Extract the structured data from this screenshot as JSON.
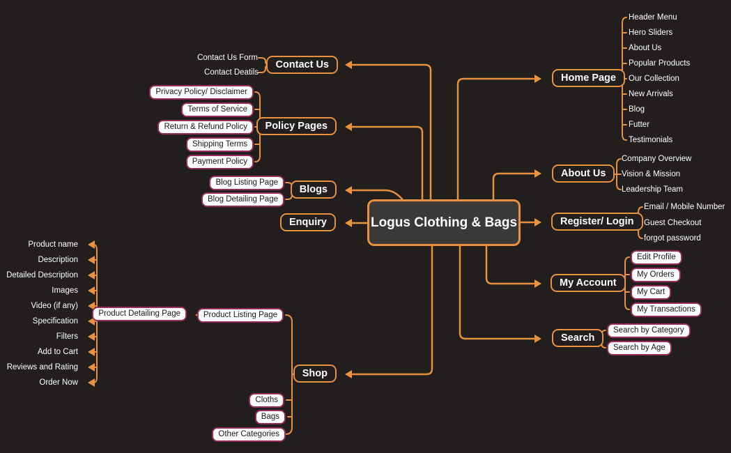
{
  "title": "Logus Clothing & Bags",
  "colors": {
    "accent": "#E8913E",
    "pink": "#972C5C",
    "bg": "#211E1D",
    "node_fill": "#3B3938",
    "box_fill": "#FFFFFF"
  },
  "branches": {
    "contact_us": {
      "label": "Contact Us",
      "children": [
        "Contact Us Form",
        "Contact Deatils"
      ]
    },
    "policy_pages": {
      "label": "Policy Pages",
      "children": [
        "Privacy Policy/ Disclaimer",
        "Terms of Service",
        "Return & Refund Policy",
        "Shipping Terms",
        "Payment Policy"
      ]
    },
    "blogs": {
      "label": "Blogs",
      "children": [
        "Blog Listing Page",
        "Blog Detailing Page"
      ]
    },
    "enquiry": {
      "label": "Enquiry",
      "children": []
    },
    "shop": {
      "label": "Shop",
      "children": [
        "Product Listing Page",
        "Cloths",
        "Bags",
        "Other Categories"
      ],
      "product_detailing": {
        "label": "Product Detailing Page",
        "children": [
          "Product name",
          "Description",
          "Detailed Description",
          "Images",
          "Video (if any)",
          "Specification",
          "Filters",
          "Add to Cart",
          "Reviews and Rating",
          "Order Now"
        ]
      }
    },
    "home_page": {
      "label": "Home Page",
      "children": [
        "Header Menu",
        "Hero Sliders",
        "About Us",
        "Popular Products",
        "Our Collection",
        "New Arrivals",
        "Blog",
        "Futter",
        "Testimonials"
      ]
    },
    "about_us": {
      "label": "About Us",
      "children": [
        "Company Overview",
        "Vision & Mission",
        "Leadership Team"
      ]
    },
    "register_login": {
      "label": "Register/ Login",
      "children": [
        "Email / Mobile Number",
        "Guest Checkout",
        "forgot password"
      ]
    },
    "my_account": {
      "label": "My Account",
      "children": [
        "Edit Profile",
        "My Orders",
        "My Cart",
        "My Transactions"
      ]
    },
    "search": {
      "label": "Search",
      "children": [
        "Search by Category",
        "Search by Age"
      ]
    }
  }
}
